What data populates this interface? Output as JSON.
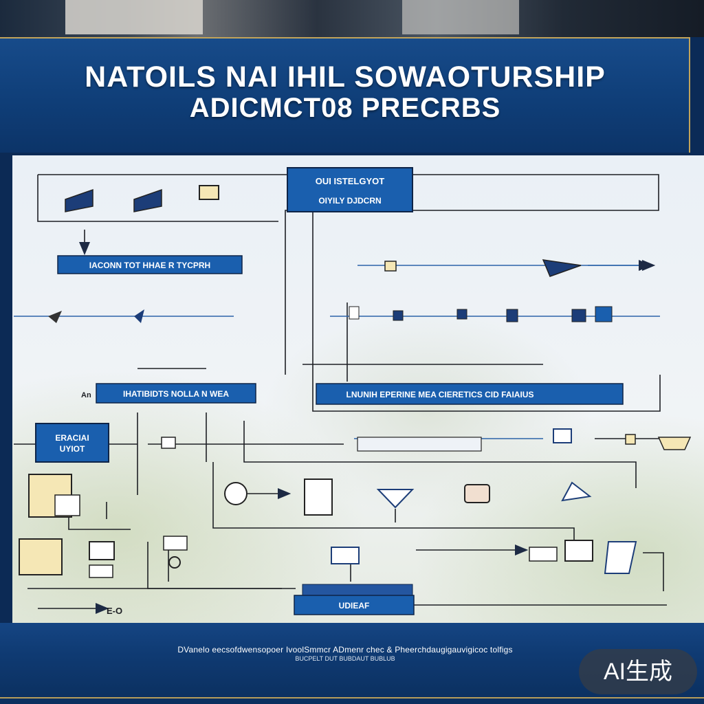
{
  "title": {
    "line1": "NATOILS NAI  IHIL SOWAOTURSHIP",
    "line2": "ADICMCT08 PRECRBS"
  },
  "nodes": {
    "top_center": {
      "line1": "OUI ISTELGYOT",
      "line2": "OIYILY DJDCRN"
    },
    "left_upper": "IACONN TOT HHAE  R TYCPRH",
    "mid_left": "IHATIBIDTS NOLLA N WEA",
    "mid_left_prefix": "An",
    "mid_right": "LNUNIH EPERINE MEA CIERETICS CID  FAIAIUS",
    "left_box": {
      "line1": "ERACIAI",
      "line2": "UYIOT"
    },
    "bottom_center": "UDIEAF",
    "bottom_left_tag": "E-O"
  },
  "footer": {
    "line1": "DVanelo eecsofdwensopoer IvoolSmmcr ADmenr chec  & Pheerchdaugigauvigicoc tolfigs",
    "line2": "BUCPELT  DUT              BUBDAUT BUBLUB"
  },
  "badge": "AI生成",
  "colors": {
    "banner": "#0f3e78",
    "node_fill": "#1a5fae",
    "line": "#1d1f24",
    "accent_gold": "#c2a45a"
  }
}
